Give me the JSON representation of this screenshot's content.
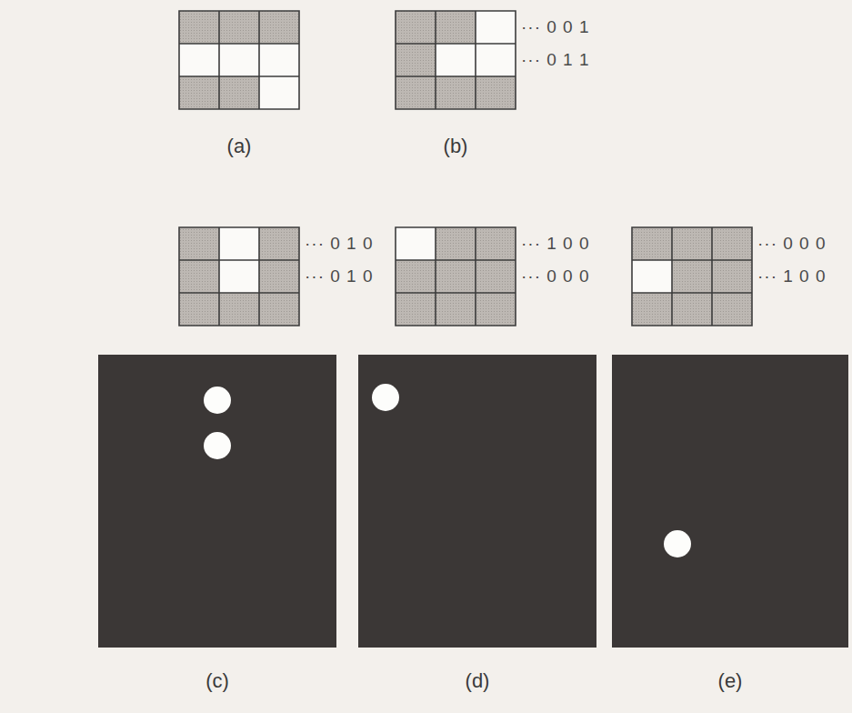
{
  "diagram": {
    "labels": [
      "(a)",
      "(b)",
      "··· 0 0 1",
      "··· 0 1 1",
      "··· 0 1 0",
      "··· 0 1 0",
      "··· 1 0 0",
      "··· 0 0 0",
      "··· 0 0 0",
      "··· 1 0 0",
      "(c)",
      "(d)",
      "(e)"
    ]
  }
}
